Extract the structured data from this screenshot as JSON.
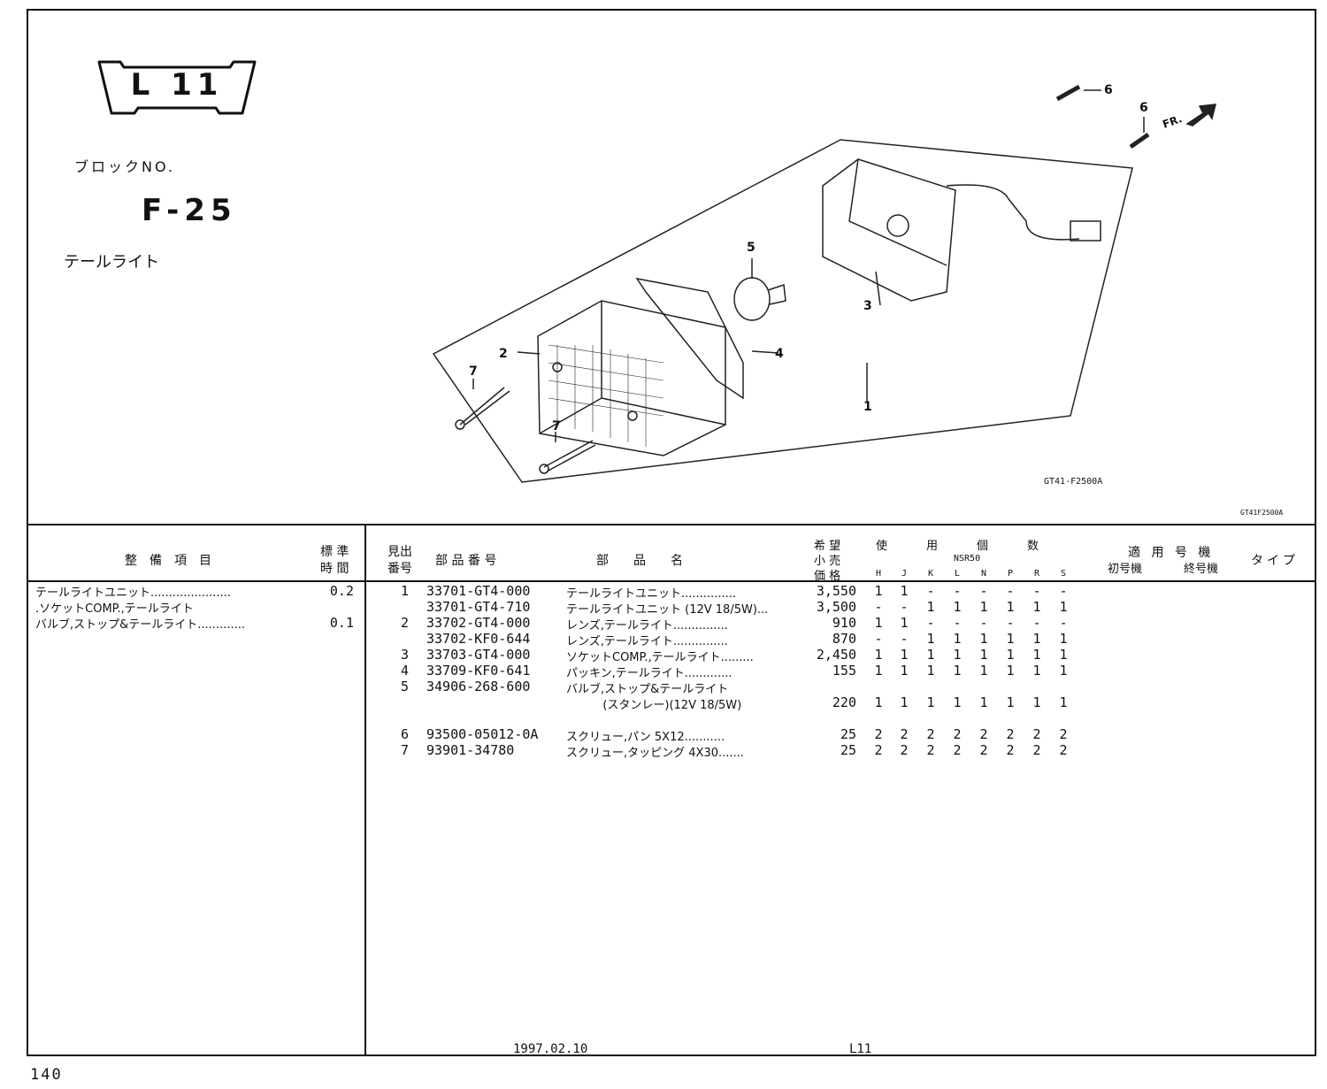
{
  "header": {
    "section_label": "L 11",
    "block_no_label": "ブロックNO.",
    "block_no": "F-25",
    "block_title": "テールライト"
  },
  "diagram": {
    "code": "GT41-F2500A",
    "code_small": "GT41F2500A",
    "front_marker": "FR.",
    "callouts": [
      "1",
      "2",
      "3",
      "4",
      "5",
      "6",
      "6",
      "7",
      "7"
    ]
  },
  "table_headers": {
    "service_item": "整　備　項　目",
    "std_time_1": "標 準",
    "std_time_2": "時 間",
    "ref_no_1": "見出",
    "ref_no_2": "番号",
    "part_no": "部 品 番 号",
    "part_name": "部　　品　　名",
    "price_1": "希 望",
    "price_2": "小 売",
    "price_3": "価 格",
    "qty_title": "使　　用　　個　　数",
    "model": "NSR50",
    "qty_cols": [
      "H",
      "J",
      "K",
      "L",
      "N",
      "P",
      "R",
      "S"
    ],
    "applicable_1": "適 用 号 機",
    "first_serial": "初号機",
    "last_serial": "終号機",
    "type": "タイプ"
  },
  "service_items": [
    {
      "name": "テールライトユニット......................",
      "time": "0.2"
    },
    {
      "name": ".ソケットCOMP.,テールライト",
      "time": ""
    },
    {
      "name": "バルブ,ストップ&テールライト.............",
      "time": "0.1"
    }
  ],
  "parts": [
    {
      "ref": "1",
      "part_no": "33701-GT4-000",
      "name": "テールライトユニット...............",
      "price": "3,550",
      "qty": [
        "1",
        "1",
        "-",
        "-",
        "-",
        "-",
        "-",
        "-"
      ]
    },
    {
      "ref": "",
      "part_no": "33701-GT4-710",
      "name": "テールライトユニット (12V 18/5W)...",
      "price": "3,500",
      "qty": [
        "-",
        "-",
        "1",
        "1",
        "1",
        "1",
        "1",
        "1"
      ]
    },
    {
      "ref": "2",
      "part_no": "33702-GT4-000",
      "name": "レンズ,テールライト...............",
      "price": "910",
      "qty": [
        "1",
        "1",
        "-",
        "-",
        "-",
        "-",
        "-",
        "-"
      ]
    },
    {
      "ref": "",
      "part_no": "33702-KF0-644",
      "name": "レンズ,テールライト...............",
      "price": "870",
      "qty": [
        "-",
        "-",
        "1",
        "1",
        "1",
        "1",
        "1",
        "1"
      ]
    },
    {
      "ref": "3",
      "part_no": "33703-GT4-000",
      "name": "ソケットCOMP.,テールライト.........",
      "price": "2,450",
      "qty": [
        "1",
        "1",
        "1",
        "1",
        "1",
        "1",
        "1",
        "1"
      ]
    },
    {
      "ref": "4",
      "part_no": "33709-KF0-641",
      "name": "パッキン,テールライト.............",
      "price": "155",
      "qty": [
        "1",
        "1",
        "1",
        "1",
        "1",
        "1",
        "1",
        "1"
      ]
    },
    {
      "ref": "5",
      "part_no": "34906-268-600",
      "name": "バルブ,ストップ&テールライト",
      "price": "",
      "qty": [
        "",
        "",
        "",
        "",
        "",
        "",
        "",
        ""
      ]
    },
    {
      "ref": "",
      "part_no": "",
      "name": "          (スタンレー)(12V 18/5W)",
      "price": "220",
      "qty": [
        "1",
        "1",
        "1",
        "1",
        "1",
        "1",
        "1",
        "1"
      ]
    },
    {
      "ref": "6",
      "part_no": "93500-05012-0A",
      "name": "スクリュー,パン 5X12...........",
      "price": "25",
      "qty": [
        "2",
        "2",
        "2",
        "2",
        "2",
        "2",
        "2",
        "2"
      ]
    },
    {
      "ref": "7",
      "part_no": "93901-34780",
      "name": "スクリュー,タッピング 4X30.......",
      "price": "25",
      "qty": [
        "2",
        "2",
        "2",
        "2",
        "2",
        "2",
        "2",
        "2"
      ]
    }
  ],
  "footer": {
    "date": "1997.02.10",
    "section": "L11",
    "page_number": "140"
  }
}
